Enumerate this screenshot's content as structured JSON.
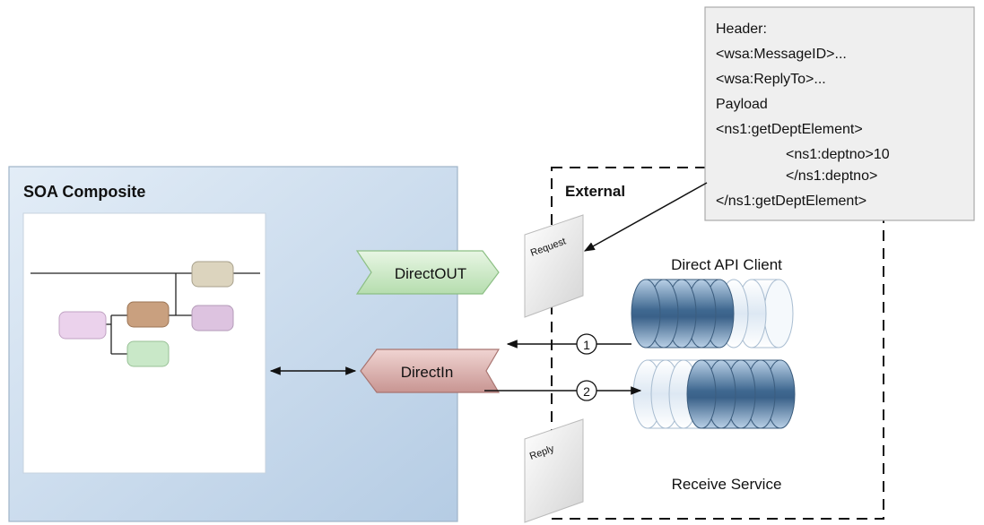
{
  "composite": {
    "title": "SOA Composite"
  },
  "external": {
    "title": "External"
  },
  "header_box": {
    "lines": [
      "Header:",
      "<wsa:MessageID>...",
      "<wsa:ReplyTo>...",
      "Payload",
      "<ns1:getDeptElement>",
      "<ns1:deptno>10",
      "</ns1:deptno>",
      "</ns1:getDeptElement>"
    ]
  },
  "bindings": {
    "out_label": "DirectOUT",
    "in_label": "DirectIn"
  },
  "documents": {
    "request_label": "Request",
    "reply_label": "Reply"
  },
  "client": {
    "label": "Direct API Client"
  },
  "service": {
    "label": "Receive Service"
  },
  "steps": [
    "1",
    "2"
  ],
  "colors": {
    "composite_bg_top": "#dfeaf5",
    "composite_bg_bottom": "#b9cfe6",
    "direct_out_fill": "#c9e8c2",
    "direct_in_fill": "#dcb0ad",
    "cylinder_dark": "#4a6f93",
    "cylinder_light": "#e8f0f8",
    "note_fill": "#efefef"
  }
}
